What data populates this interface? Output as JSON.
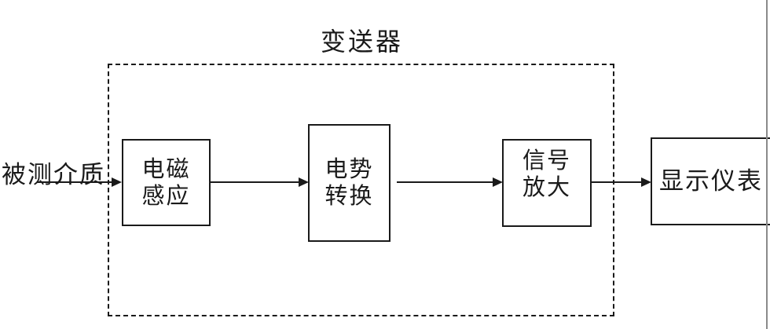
{
  "diagram": {
    "title": "变送器",
    "input_label": "被测介质",
    "blocks": [
      {
        "lines": [
          "电磁",
          "感应"
        ]
      },
      {
        "lines": [
          "电势",
          "转换"
        ]
      },
      {
        "lines": [
          "信号",
          "放大"
        ]
      },
      {
        "lines": [
          "显示仪表"
        ]
      }
    ],
    "colors": {
      "line": "#1a1a1a",
      "background": "#ffffff",
      "page_edge": "#8a8a8a"
    }
  }
}
